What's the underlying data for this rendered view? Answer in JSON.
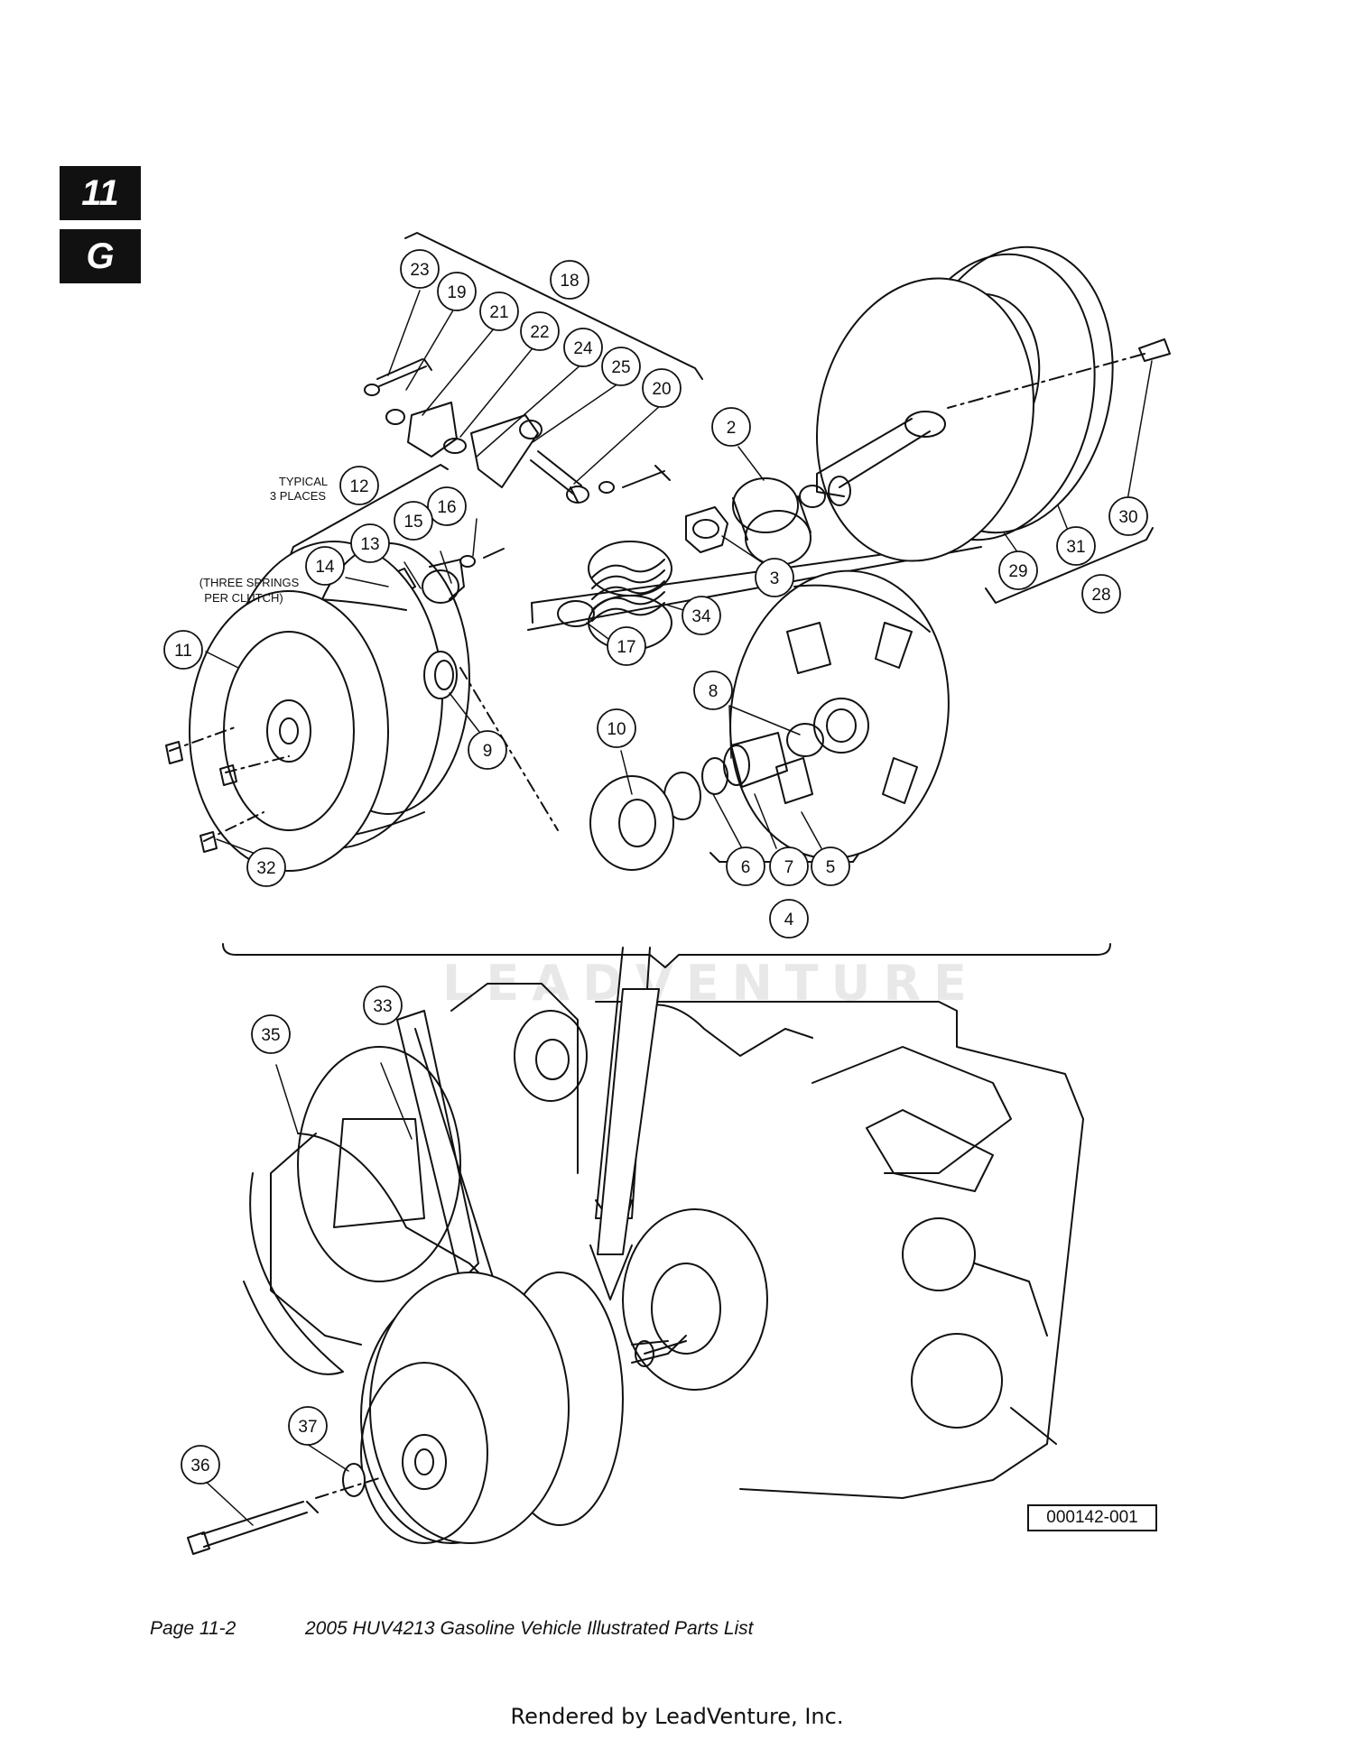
{
  "section_tab": {
    "number": "11",
    "letter": "G"
  },
  "callouts": [
    "23",
    "19",
    "21",
    "18",
    "22",
    "24",
    "25",
    "20",
    "2",
    "12",
    "16",
    "15",
    "13",
    "14",
    "3",
    "34",
    "17",
    "11",
    "9",
    "8",
    "10",
    "29",
    "31",
    "30",
    "28",
    "32",
    "6",
    "7",
    "5",
    "4",
    "33",
    "35",
    "37",
    "36"
  ],
  "annotations": {
    "typical": "TYPICAL",
    "typical_places": "3 PLACES",
    "springs_line1": "(THREE SPRINGS",
    "springs_line2": "PER CLUTCH)"
  },
  "figure_id": "000142-001",
  "watermark": "LEADVENTURE",
  "footer": {
    "page": "Page 11-2",
    "title": "2005 HUV4213 Gasoline Vehicle Illustrated Parts List",
    "rendered_by": "Rendered by LeadVenture, Inc."
  },
  "colors": {
    "ink": "#111111",
    "paper": "#ffffff",
    "watermark": "#e8e8e8"
  }
}
